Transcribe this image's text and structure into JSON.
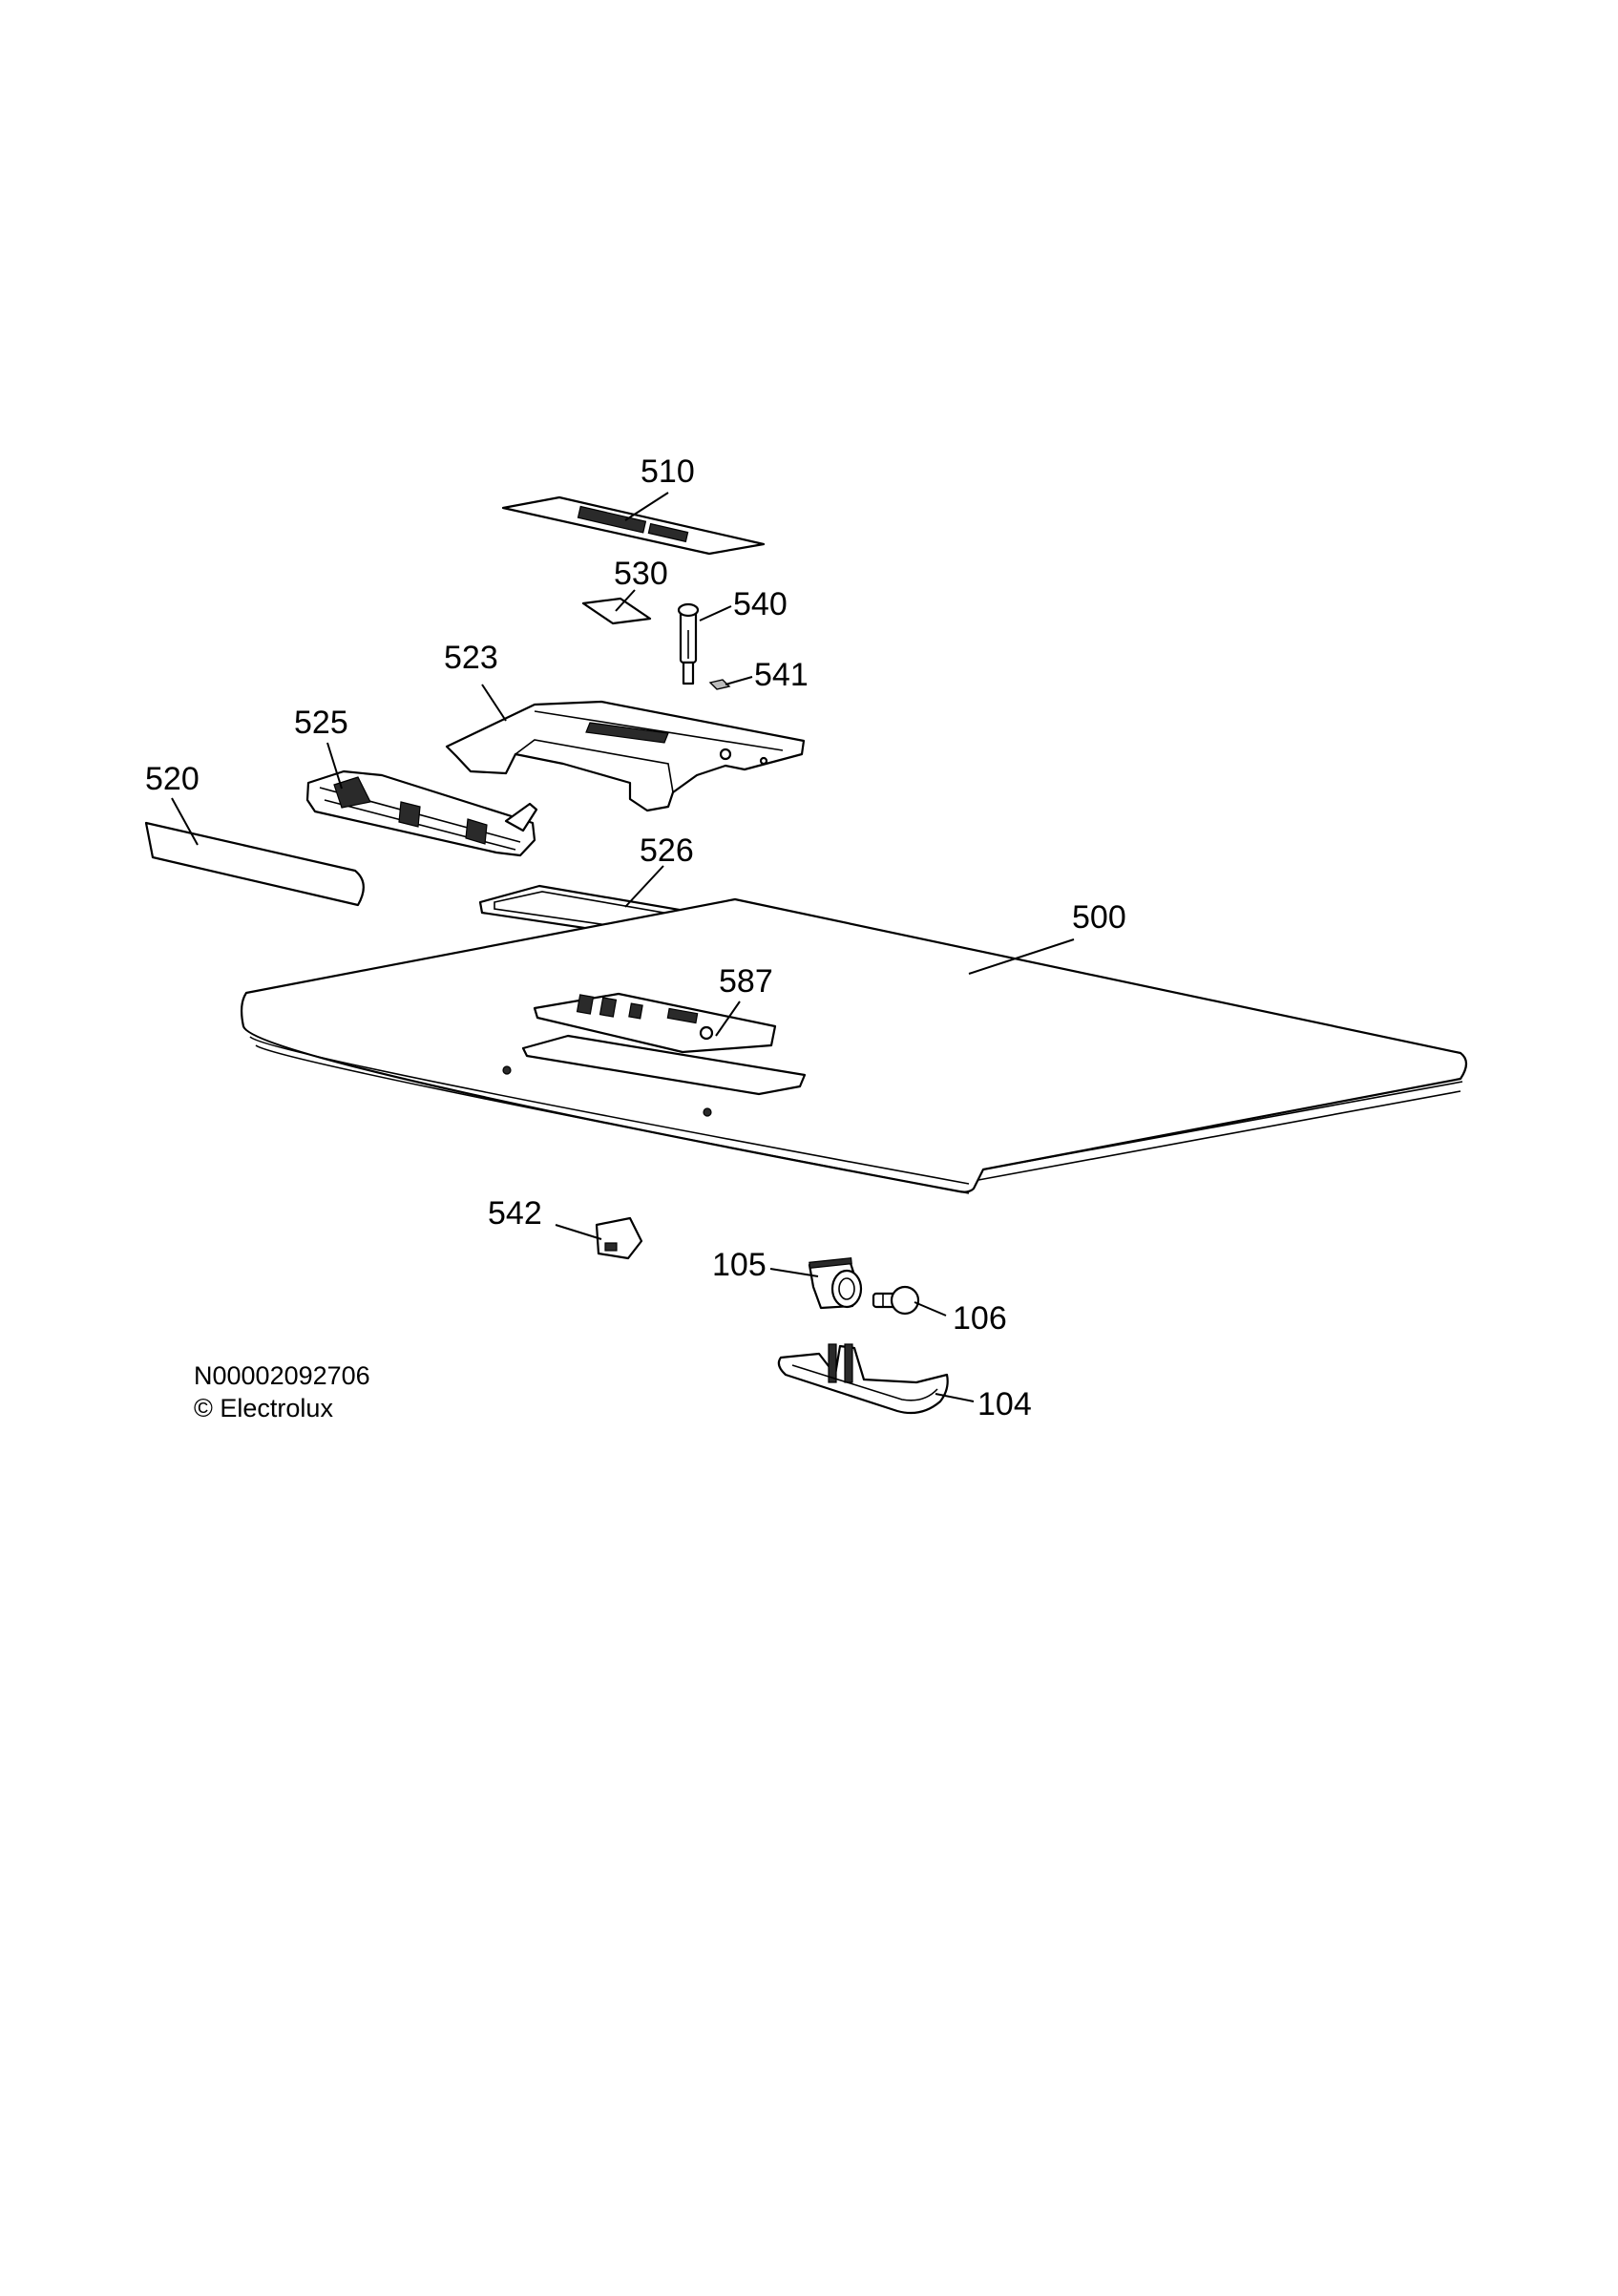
{
  "diagram": {
    "callouts": {
      "c510": "510",
      "c530": "530",
      "c540": "540",
      "c541": "541",
      "c523": "523",
      "c525": "525",
      "c520": "520",
      "c526": "526",
      "c500": "500",
      "c587": "587",
      "c542": "542",
      "c105": "105",
      "c106": "106",
      "c104": "104"
    },
    "footer": {
      "doc_id": "N00002092706",
      "copyright": "© Electrolux"
    }
  }
}
